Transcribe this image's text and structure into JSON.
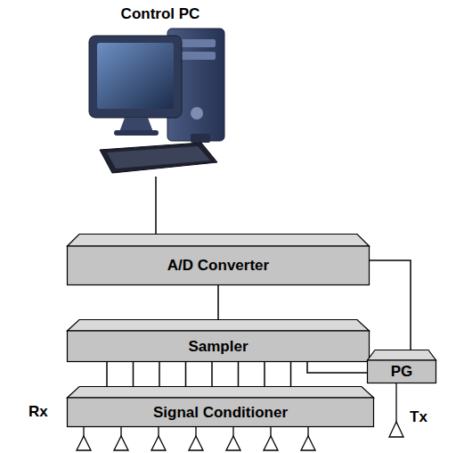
{
  "diagram": {
    "nodes": [
      {
        "text": [
          "Control PC"
        ]
      },
      {
        "text": [
          "A/D Converter"
        ]
      },
      {
        "text": [
          "Sampler"
        ]
      },
      {
        "text": [
          "Signal Conditioner"
        ]
      },
      {
        "text": [
          "PG"
        ]
      }
    ],
    "edges": [
      {
        "from": 0,
        "to": 1,
        "arrow": "none"
      },
      {
        "from": 1,
        "to": 2,
        "arrow": "none"
      },
      {
        "from": 2,
        "to": 3,
        "arrow": "none"
      },
      {
        "from": 1,
        "to": 4,
        "arrow": "none"
      },
      {
        "from": 2,
        "to": 4,
        "arrow": "none"
      }
    ],
    "labels": [
      "Rx",
      "Tx"
    ]
  }
}
